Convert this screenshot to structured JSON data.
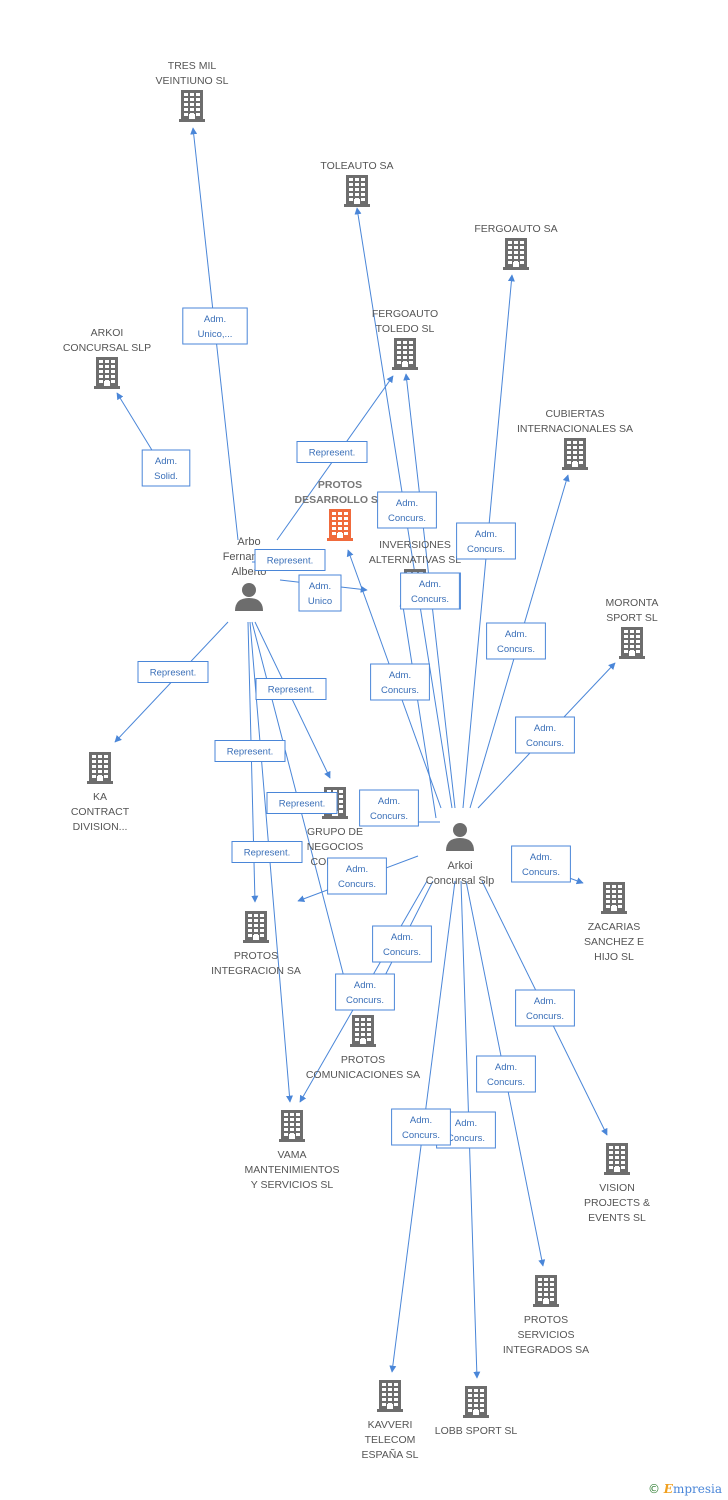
{
  "colors": {
    "edge": "#4a86d8",
    "company": "#6d6d6d",
    "focus": "#f06a3c",
    "person": "#6d6d6d"
  },
  "nodes": [
    {
      "id": "tres_mil",
      "type": "company",
      "lines": [
        "TRES MIL",
        "VEINTIUNO SL"
      ]
    },
    {
      "id": "toleauto",
      "type": "company",
      "lines": [
        "TOLEAUTO SA"
      ]
    },
    {
      "id": "fergoauto",
      "type": "company",
      "lines": [
        "FERGOAUTO SA"
      ]
    },
    {
      "id": "fergoauto_toledo",
      "type": "company",
      "lines": [
        "FERGOAUTO",
        "TOLEDO SL"
      ]
    },
    {
      "id": "arkoi_concursal_slp",
      "type": "company",
      "lines": [
        "ARKOI",
        "CONCURSAL SLP"
      ]
    },
    {
      "id": "cubiertas",
      "type": "company",
      "lines": [
        "CUBIERTAS",
        "INTERNACIONALES SA"
      ]
    },
    {
      "id": "protos_desarrollo",
      "type": "focus",
      "lines": [
        "PROTOS",
        "DESARROLLO SA"
      ]
    },
    {
      "id": "inversiones",
      "type": "company",
      "lines": [
        "INVERSIONES",
        "ALTERNATIVAS SL"
      ]
    },
    {
      "id": "arbo",
      "type": "person",
      "lines": [
        "Arbo",
        "Fernandez",
        "Alberto"
      ]
    },
    {
      "id": "moronta",
      "type": "company",
      "lines": [
        "MORONTA",
        "SPORT SL"
      ]
    },
    {
      "id": "ka_contract",
      "type": "company",
      "lines": [
        "KA",
        "CONTRACT",
        "DIVISION..."
      ]
    },
    {
      "id": "grupo_negocios",
      "type": "company",
      "lines": [
        "GRUPO DE",
        "NEGOCIOS",
        "CORELSL"
      ]
    },
    {
      "id": "arkoi_slp",
      "type": "person",
      "lines": [
        "Arkoi",
        "Concursal Slp"
      ]
    },
    {
      "id": "zacarias",
      "type": "company",
      "lines": [
        "ZACARIAS",
        "SANCHEZ E",
        "HIJO SL"
      ]
    },
    {
      "id": "protos_integracion",
      "type": "company",
      "lines": [
        "PROTOS",
        "INTEGRACION SA"
      ]
    },
    {
      "id": "protos_comunicaciones",
      "type": "company",
      "lines": [
        "PROTOS",
        "COMUNICACIONES SA"
      ]
    },
    {
      "id": "vama",
      "type": "company",
      "lines": [
        "VAMA",
        "MANTENIMIENTOS",
        "Y SERVICIOS SL"
      ]
    },
    {
      "id": "vision",
      "type": "company",
      "lines": [
        "VISION",
        "PROJECTS &",
        "EVENTS SL"
      ]
    },
    {
      "id": "protos_servicios",
      "type": "company",
      "lines": [
        "PROTOS",
        "SERVICIOS",
        "INTEGRADOS SA"
      ]
    },
    {
      "id": "kavveri",
      "type": "company",
      "lines": [
        "KAVVERI",
        "TELECOM",
        "ESPAÑA SL"
      ]
    },
    {
      "id": "lobb",
      "type": "company",
      "lines": [
        "LOBB SPORT SL"
      ]
    }
  ],
  "edges": [
    {
      "from": "arbo",
      "to": "tres_mil",
      "label": [
        "Adm.",
        "Unico,..."
      ]
    },
    {
      "from": "arbo",
      "to": "arkoi_concursal_slp",
      "label": [
        "Adm.",
        "Solid."
      ]
    },
    {
      "from": "arbo",
      "to": "fergoauto_toledo",
      "label": [
        "Represent."
      ]
    },
    {
      "from": "arbo",
      "to": "protos_desarrollo",
      "label": [
        "Represent."
      ]
    },
    {
      "from": "arbo",
      "to": "inversiones",
      "label": [
        "Adm.",
        "Unico"
      ]
    },
    {
      "from": "arbo",
      "to": "ka_contract",
      "label": [
        "Represent."
      ]
    },
    {
      "from": "arbo",
      "to": "grupo_negocios",
      "label": [
        "Represent."
      ]
    },
    {
      "from": "arbo",
      "to": "protos_integracion",
      "label": [
        "Represent."
      ]
    },
    {
      "from": "arbo",
      "to": "protos_comunicaciones",
      "label": [
        "Represent."
      ]
    },
    {
      "from": "arbo",
      "to": "vama",
      "label": [
        "Represent."
      ]
    },
    {
      "from": "arkoi_slp",
      "to": "toleauto",
      "label": [
        "Adm.",
        "Concurs."
      ]
    },
    {
      "from": "arkoi_slp",
      "to": "fergoauto_toledo",
      "label": [
        "Adm.",
        "Concurs."
      ]
    },
    {
      "from": "arkoi_slp",
      "to": "fergoauto",
      "label": [
        "Adm.",
        "Concurs."
      ]
    },
    {
      "from": "arkoi_slp",
      "to": "cubiertas",
      "label": [
        "Adm.",
        "Concurs."
      ]
    },
    {
      "from": "arkoi_slp",
      "to": "protos_desarrollo",
      "label": [
        "Adm.",
        "Concurs."
      ]
    },
    {
      "from": "arkoi_slp",
      "to": "moronta",
      "label": [
        "Adm.",
        "Concurs."
      ]
    },
    {
      "from": "arkoi_slp",
      "to": "grupo_negocios",
      "label": [
        "Adm.",
        "Concurs."
      ]
    },
    {
      "from": "arkoi_slp",
      "to": "protos_integracion",
      "label": [
        "Adm.",
        "Concurs."
      ]
    },
    {
      "from": "arkoi_slp",
      "to": "zacarias",
      "label": [
        "Adm.",
        "Concurs."
      ]
    },
    {
      "from": "arkoi_slp",
      "to": "protos_comunicaciones",
      "label": [
        "Adm.",
        "Concurs."
      ]
    },
    {
      "from": "arkoi_slp",
      "to": "vama",
      "label": [
        "Adm.",
        "Concurs."
      ]
    },
    {
      "from": "arkoi_slp",
      "to": "vision",
      "label": [
        "Adm.",
        "Concurs."
      ]
    },
    {
      "from": "arkoi_slp",
      "to": "protos_servicios",
      "label": [
        "Adm.",
        "Concurs."
      ]
    },
    {
      "from": "arkoi_slp",
      "to": "lobb",
      "label": [
        "Adm.",
        "Concurs."
      ]
    },
    {
      "from": "arkoi_slp",
      "to": "kavveri",
      "label": [
        "Adm.",
        "Concurs."
      ]
    },
    {
      "from": "arkoi_slp",
      "to": "inversiones",
      "label": [
        "Adm.",
        "Concurs."
      ]
    }
  ],
  "footer": {
    "copyright": "©",
    "brand_initial": "E",
    "brand_rest": "mpresia"
  }
}
